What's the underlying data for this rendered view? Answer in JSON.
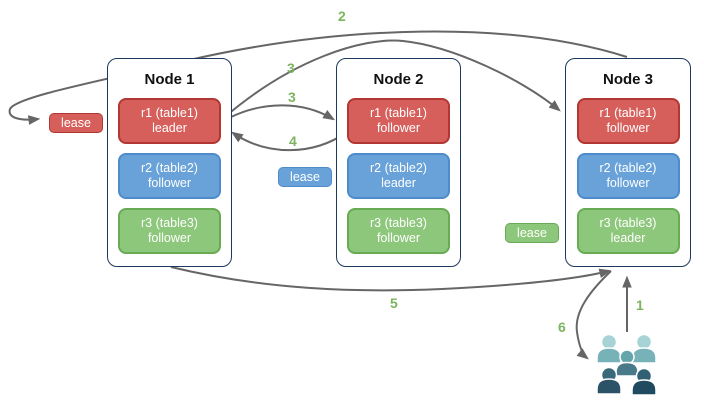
{
  "nodes": [
    {
      "title": "Node 1",
      "replicas": [
        {
          "range": "r1 (table1)",
          "role": "leader",
          "color": "#d75f5b"
        },
        {
          "range": "r2 (table2)",
          "role": "follower",
          "color": "#68a2d9"
        },
        {
          "range": "r3 (table3)",
          "role": "follower",
          "color": "#8dc77b"
        }
      ]
    },
    {
      "title": "Node 2",
      "replicas": [
        {
          "range": "r1 (table1)",
          "role": "follower",
          "color": "#d75f5b"
        },
        {
          "range": "r2 (table2)",
          "role": "leader",
          "color": "#68a2d9"
        },
        {
          "range": "r3 (table3)",
          "role": "follower",
          "color": "#8dc77b"
        }
      ]
    },
    {
      "title": "Node 3",
      "replicas": [
        {
          "range": "r1 (table1)",
          "role": "follower",
          "color": "#d75f5b"
        },
        {
          "range": "r2 (table2)",
          "role": "follower",
          "color": "#68a2d9"
        },
        {
          "range": "r3 (table3)",
          "role": "leader",
          "color": "#8dc77b"
        }
      ]
    }
  ],
  "leases": {
    "table1": {
      "label": "lease",
      "color": "#d75f5b"
    },
    "table2": {
      "label": "lease",
      "color": "#68a2d9"
    },
    "table3": {
      "label": "lease",
      "color": "#8dc77b"
    }
  },
  "steps": {
    "s1": "1",
    "s2": "2",
    "s3a": "3",
    "s3b": "3",
    "s4": "4",
    "s5": "5",
    "s6": "6"
  },
  "icons": {
    "users_group": "users-icon"
  },
  "colors": {
    "leader_red": "#d75f5b",
    "red_border": "#b23632",
    "follower_blue": "#68a2d9",
    "blue_border": "#4e8bcb",
    "replica_green": "#8dc77b",
    "green_border": "#69ab54",
    "node_border": "#1d3a5e",
    "arrow_gray": "#666666",
    "step_label_green": "#7cb55e",
    "users_light_teal": "#a7d3d7",
    "users_mid_teal": "#64a5ac",
    "users_dark_teal": "#2b5266"
  }
}
